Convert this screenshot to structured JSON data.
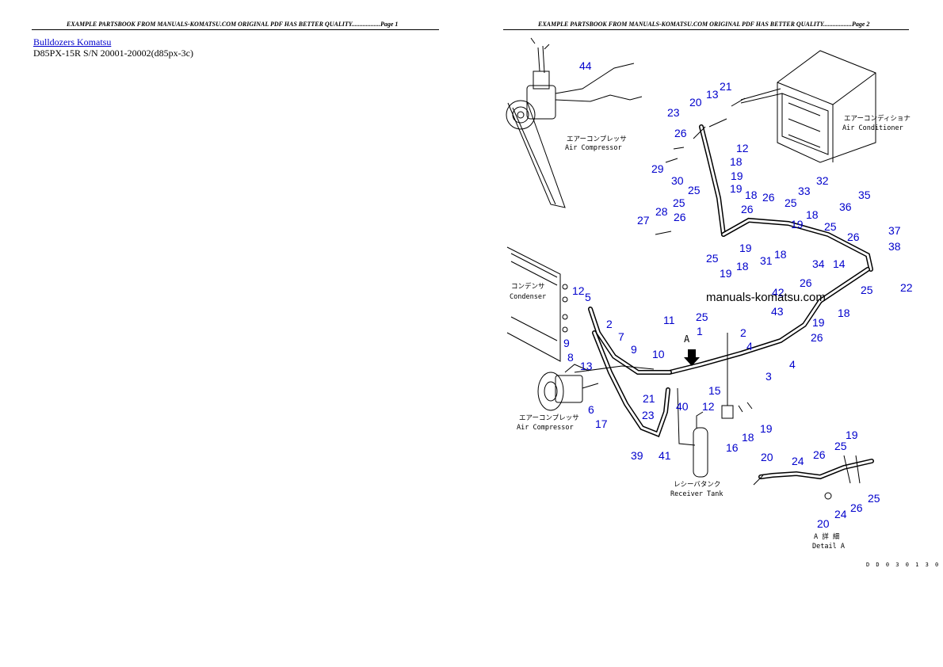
{
  "page1": {
    "header": "EXAMPLE PARTSBOOK FROM MANUALS-KOMATSU.COM ORIGINAL PDF HAS BETTER QUALITY..................Page 1",
    "breadcrumb": "Bulldozers Komatsu",
    "model": "D85PX-15R S/N 20001-20002(d85px-3c)"
  },
  "page2": {
    "header": "EXAMPLE PARTSBOOK FROM MANUALS-KOMATSU.COM ORIGINAL PDF HAS BETTER QUALITY..................Page 2",
    "watermark": "manuals-komatsu.com",
    "drawing_code": "D D 0 3 0 1 3 0",
    "labels": {
      "air_compressor_top_jp": "エアーコンプレッサ",
      "air_compressor_top_en": "Air Compressor",
      "air_conditioner_jp": "エアーコンディショナ",
      "air_conditioner_en": "Air Conditioner",
      "condenser_jp": "コンデンサ",
      "condenser_en": "Condenser",
      "air_compressor_bottom_jp": "エアーコンプレッサ",
      "air_compressor_bottom_en": "Air Compressor",
      "receiver_tank_jp": "レシーバタンク",
      "receiver_tank_en": "Receiver Tank",
      "detail_jp": "A 詳 細",
      "detail_en": "Detail A",
      "view_marker": "A"
    },
    "callouts": [
      "44",
      "21",
      "13",
      "20",
      "23",
      "26",
      "12",
      "18",
      "29",
      "30",
      "19",
      "25",
      "28",
      "27",
      "26",
      "25",
      "19",
      "18",
      "26",
      "33",
      "32",
      "35",
      "36",
      "37",
      "38",
      "31",
      "18",
      "19",
      "25",
      "26",
      "19",
      "18",
      "25",
      "19",
      "18",
      "25",
      "26",
      "34",
      "14",
      "26",
      "25",
      "22",
      "42",
      "43",
      "19",
      "18",
      "26",
      "25",
      "1",
      "2",
      "4",
      "3",
      "4",
      "5",
      "12",
      "2",
      "7",
      "9",
      "11",
      "10",
      "13",
      "9",
      "8",
      "6",
      "17",
      "21",
      "23",
      "39",
      "41",
      "40",
      "12",
      "15",
      "16",
      "18",
      "19",
      "20",
      "24",
      "26",
      "25"
    ]
  }
}
